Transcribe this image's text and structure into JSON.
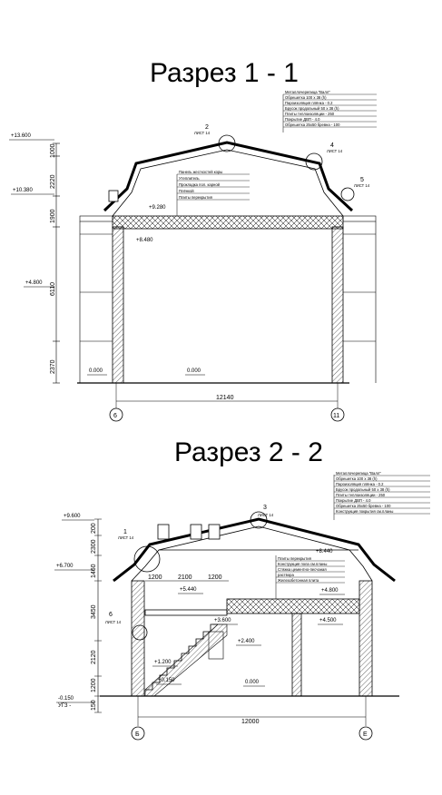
{
  "section1": {
    "title": "Разрез 1 - 1",
    "levels": [
      "+13.600",
      "+10.380",
      "+4.800",
      "+9.280",
      "+8.480",
      "0.000",
      "0.000"
    ],
    "vertical_dims": [
      "1000",
      "2220",
      "1900",
      "6110",
      "2370"
    ],
    "horizontal_dim": "12140",
    "axes": [
      "6",
      "11"
    ],
    "callouts": [
      {
        "num": "2",
        "sheet": "ЛИСТ 14"
      },
      {
        "num": "4",
        "sheet": "ЛИСТ 14"
      },
      {
        "num": "5",
        "sheet": "ЛИСТ 14"
      }
    ],
    "roof_notes": [
      "Металлочерепица \"Валл\"",
      "Обрешетка 100 х 38 (h)",
      "Пароизоляция плёнка - 0.2",
      "Брусок продольный 50 х 38 (h)",
      "Плиты теплоизоляции - 250",
      "Покрытие ДВП - 4.0",
      "Обрешетка 25х50 бревна - 100"
    ],
    "attic_notes": [
      "Панель жесткостей коры",
      "Утеплитель",
      "Прокладка пол. карной",
      "Плёнкой",
      "Плиты перекрытия"
    ]
  },
  "section2": {
    "title": "Разрез 2 - 2",
    "levels": [
      "+9.600",
      "+6.700",
      "+5.440",
      "+8.440",
      "+4.800",
      "+3.600",
      "+4.500",
      "+2.400",
      "+1.200",
      "+0.150",
      "0.000",
      "-0.150",
      "УГЗ -"
    ],
    "vertical_dims": [
      "200",
      "2300",
      "1460",
      "3450",
      "2120",
      "1200",
      "150"
    ],
    "stair_dims": [
      "1200",
      "2100",
      "1200"
    ],
    "horizontal_dim": "12000",
    "axes": [
      "Б",
      "Е"
    ],
    "callouts": [
      {
        "num": "1",
        "sheet": "ЛИСТ 14"
      },
      {
        "num": "3",
        "sheet": "ЛИСТ 14"
      },
      {
        "num": "6",
        "sheet": "ЛИСТ 14"
      }
    ],
    "roof_notes": [
      "Металлочерепица \"Валл\"",
      "Обрешетка 100 х 38 (h)",
      "Пароизоляция плёнка - 0.2",
      "Брусок продольный 50 х 38 (h)",
      "Плиты теплоизоляции - 250",
      "Покрытие ДВП - 4.0",
      "Обрешетка 25х50 бревна - 100",
      "Конструкция покрытия см.планы"
    ],
    "floor_notes": [
      "Плиты перекрытия",
      "Конструкция пола см.планы",
      "Стяжка цементно-песчаная",
      "раствора",
      "Железобетонная плита"
    ]
  }
}
